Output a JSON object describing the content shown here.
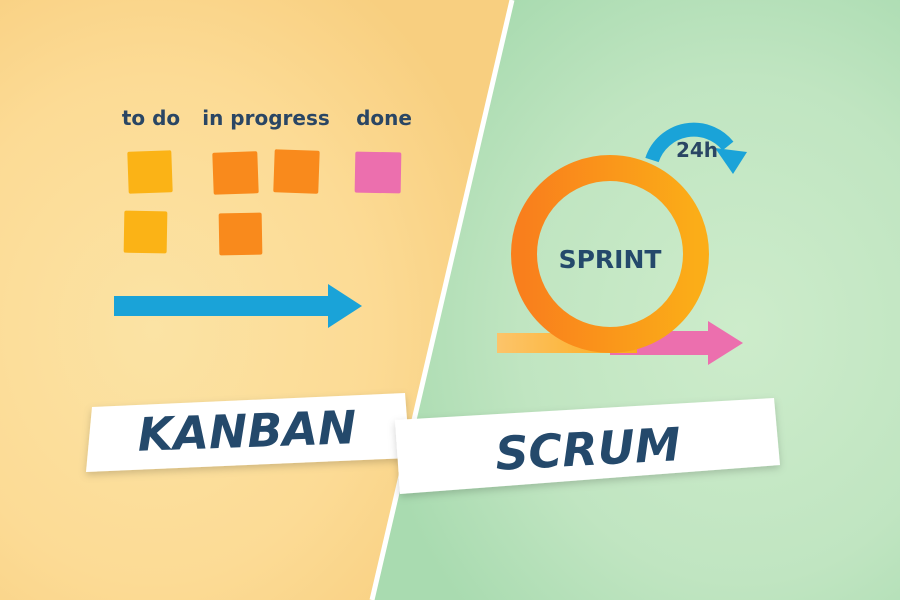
{
  "kanban": {
    "columns": [
      "to do",
      "in progress",
      "done"
    ],
    "title": "KANBAN"
  },
  "scrum": {
    "title": "SCRUM",
    "cycle_label": "SPRINT",
    "daily_label": "24h"
  },
  "colors": {
    "kanban_bg": "#fbe09c",
    "scrum_bg": "#c7e8c6",
    "card_yellow": "#fbb316",
    "card_orange": "#f98a1c",
    "card_pink": "#ec6fae",
    "arrow_blue": "#1aa3d8",
    "text_navy": "#24496b"
  }
}
